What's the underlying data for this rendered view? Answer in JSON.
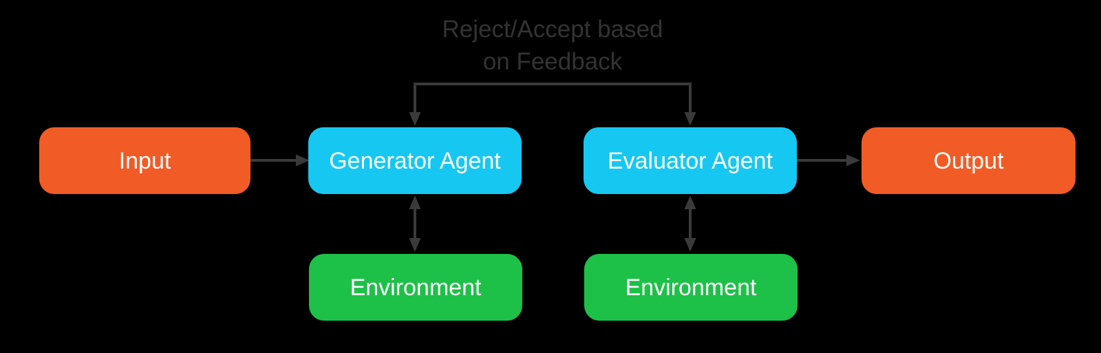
{
  "diagram": {
    "background_color": "#000000",
    "connector_color": "#3A3A3A",
    "label_color": "#333333",
    "feedback_label": {
      "line1": "Reject/Accept based",
      "line2": "on Feedback"
    },
    "nodes": [
      {
        "id": "input",
        "label": "Input",
        "color": "#F15B26",
        "text_color": "#FFFFFF"
      },
      {
        "id": "generator-agent",
        "label": "Generator Agent",
        "color": "#16C7F2",
        "text_color": "#FFFFFF"
      },
      {
        "id": "evaluator-agent",
        "label": "Evaluator Agent",
        "color": "#16C7F2",
        "text_color": "#FFFFFF"
      },
      {
        "id": "output",
        "label": "Output",
        "color": "#F15B26",
        "text_color": "#FFFFFF"
      },
      {
        "id": "environment-generator",
        "label": "Environment",
        "color": "#1DC148",
        "text_color": "#FFFFFF"
      },
      {
        "id": "environment-evaluator",
        "label": "Environment",
        "color": "#1DC148",
        "text_color": "#FFFFFF"
      }
    ],
    "edges": [
      {
        "from": "input",
        "to": "generator-agent",
        "type": "arrow"
      },
      {
        "from": "evaluator-agent",
        "to": "output",
        "type": "arrow"
      },
      {
        "from": "generator-agent",
        "to": "environment-generator",
        "type": "double-arrow"
      },
      {
        "from": "evaluator-agent",
        "to": "environment-evaluator",
        "type": "double-arrow"
      },
      {
        "from": "feedback-bracket",
        "to": "generator-agent and evaluator-agent",
        "type": "bracket-with-down-arrows",
        "label": "Reject/Accept based on Feedback"
      }
    ]
  }
}
